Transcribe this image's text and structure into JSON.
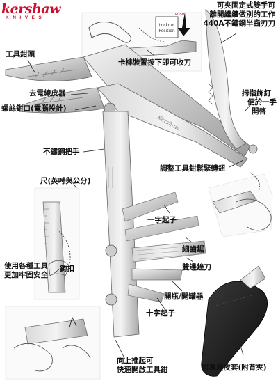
{
  "brand": {
    "name": "kershaw",
    "sub": "KNIVES",
    "color": "#c8102e"
  },
  "labels": {
    "pliers_head": "工具鉗頭",
    "wire_stripper": "去電線皮器",
    "wire_crimper": "螺絲鉗口(電腦設計)",
    "stainless_handle": "不鏽鋼把手",
    "ruler": "尺(英吋與公分)",
    "lock_tip_1": "使用各種工具",
    "lock_tip_2": "更加牢固安全",
    "lanyard": "鉤扣",
    "push_open_1": "向上推起可",
    "push_open_2": "快速開啟工具鉗",
    "button_release": "卡榫裝置按下即可收刀",
    "dual_blade_1": "可夾固定式雙手可",
    "dual_blade_2": "離開繼續做別的工作",
    "dual_blade_3": "440A不鏽鋼半齒刃刀",
    "thumb_stud_1": "拇指飾釘",
    "thumb_stud_2": "便於一手",
    "thumb_stud_3": "開啓",
    "adjust_pivot": "調整工具鉗鬆緊轉鈕",
    "flat_screwdriver": "一字起子",
    "fine_file": "細齒鋸",
    "double_blade": "雙邊銼刀",
    "can_opener": "開瓶/開罐器",
    "phillips": "十字起子",
    "sheath": "附真皮皮套(附背夾)"
  },
  "stamps": {
    "insert_lock_1": "Lockout",
    "insert_lock_2": "Position",
    "insert_push": "PUSH",
    "handle_brand": "Kershaw"
  },
  "icons": [
    "pliers-tool-illustration",
    "hand-illustration",
    "leather-sheath-illustration",
    "arrow-icon"
  ]
}
